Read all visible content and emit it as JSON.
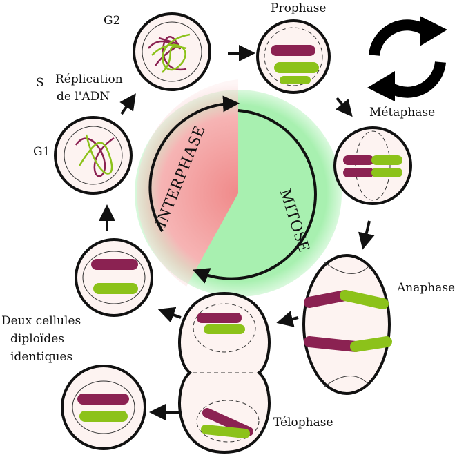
{
  "title": "Cycle cellulaire",
  "colors": {
    "purple": "#8b2252",
    "green": "#8cc21a",
    "interphase": "#f4a3a3",
    "mitose": "#a8f0b0"
  },
  "phases": {
    "g2": "G2",
    "s": "S",
    "replication_line1": "Réplication",
    "replication_line2": "de l'ADN",
    "g1": "G1",
    "prophase": "Prophase",
    "metaphase": "Métaphase",
    "anaphase": "Anaphase",
    "telophase": "Télophase",
    "daughters_line1": "Deux cellules",
    "daughters_line2": "diploïdes",
    "daughters_line3": "identiques"
  },
  "center": {
    "interphase": "INTERPHASE",
    "mitose": "MITOSE"
  },
  "icons": {
    "reload": "reload-icon"
  }
}
